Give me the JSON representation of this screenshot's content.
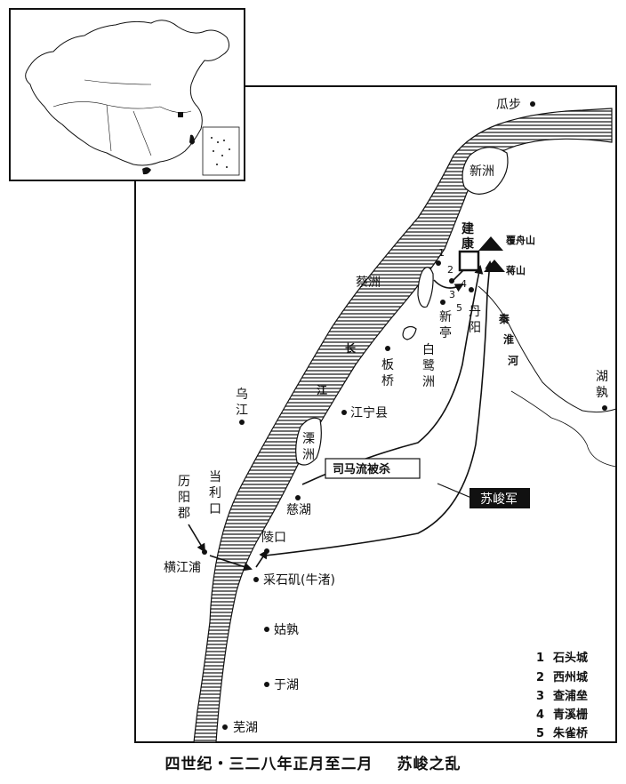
{
  "places": {
    "guabu": "瓜步",
    "xinzhou": "新洲",
    "jiankang": "建康",
    "fuzhoushan": "覆舟山",
    "jiangshan": "蒋山",
    "caizhou": "蔡洲",
    "xinting": "新亭",
    "danyang": "丹阳",
    "bailuzhou": "白鹭洲",
    "banqiao": "板桥",
    "wujiang": "乌江",
    "jiangningxian": "江宁县",
    "lizhou": "溧洲",
    "lishujun": "历阳郡",
    "danglikou": "当利口",
    "cihu": "慈湖",
    "linkou": "陵口",
    "hengjiangpu": "横江浦",
    "caishiji": "采石矶(牛渚)",
    "gushu": "姑孰",
    "yuhu": "于湖",
    "wuhu": "芜湖",
    "hushu": "湖孰"
  },
  "river": {
    "chang": "长",
    "jiang": "江"
  },
  "qinhuai": [
    "秦",
    "淮",
    "河"
  ],
  "event_box": "司马流被杀",
  "army_label": "苏峻军",
  "markers": [
    "1",
    "2",
    "3",
    "4",
    "5"
  ],
  "legend": [
    {
      "num": "1",
      "name": "石头城"
    },
    {
      "num": "2",
      "name": "西州城"
    },
    {
      "num": "3",
      "name": "查浦垒"
    },
    {
      "num": "4",
      "name": "青溪栅"
    },
    {
      "num": "5",
      "name": "朱雀桥"
    }
  ],
  "caption": {
    "left": "四世纪・三二八年正月至二月",
    "right": "苏峻之乱"
  }
}
